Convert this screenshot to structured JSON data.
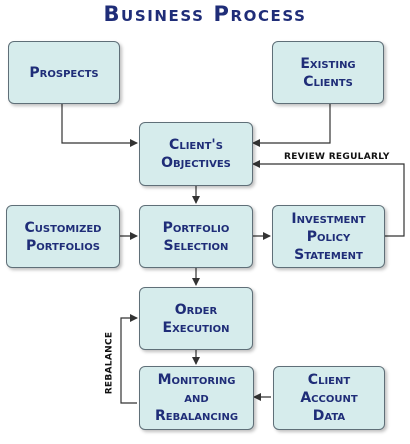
{
  "title": "Business Process",
  "boxes": {
    "prospects": "Prospects",
    "existing_clients": "Existing\nClients",
    "clients_objectives": "Client's\nObjectives",
    "customized_portfolios": "Customized\nPortfolios",
    "portfolio_selection": "Portfolio\nSelection",
    "investment_policy_statement": "Investment\nPolicy\nStatement",
    "order_execution": "Order\nExecution",
    "monitoring_rebalancing": "Monitoring\nand\nRebalancing",
    "client_account_data": "Client\nAccount\nData"
  },
  "labels": {
    "review_regularly": "REVIEW REGULARLY",
    "rebalance": "REBALANCE"
  },
  "colors": {
    "box_fill": "#d6ecec",
    "text": "#1f2d78",
    "line": "#333333"
  }
}
